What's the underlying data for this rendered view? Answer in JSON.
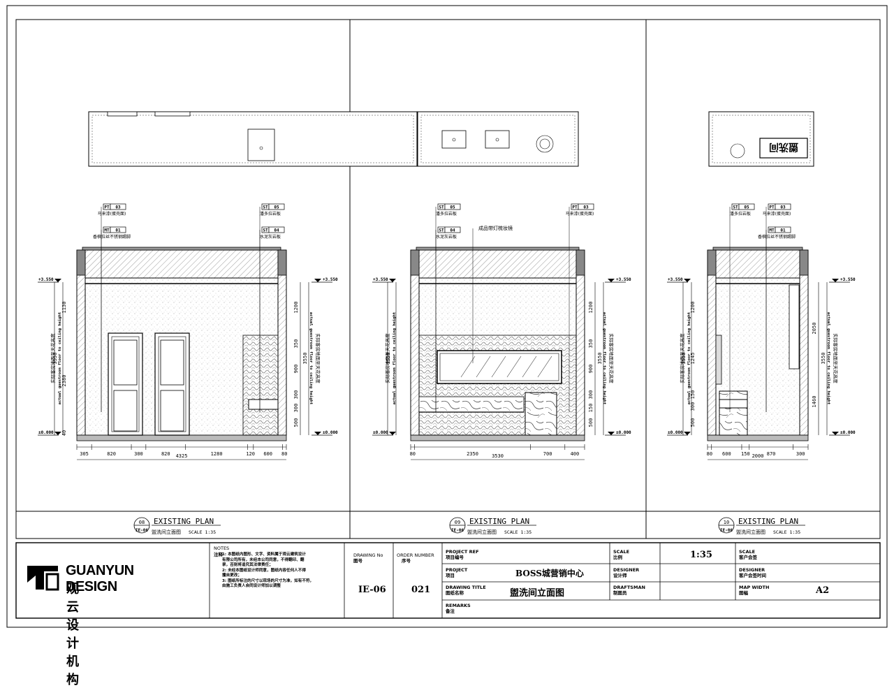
{
  "panels": [
    {
      "number": "08",
      "sheet": "IE-06",
      "title": "EXISTING PLAN",
      "subtitle": "盥洗间立面图",
      "scale": "SCALE 1:35",
      "levels": {
        "top": "+3.550",
        "bottom": "±0.000"
      },
      "height_label_en": "actual guestroom floor to ceiling height",
      "height_label_cn": "实际客房地面至天花高度",
      "left_dims": [
        "1130",
        "3550",
        "2380",
        "40"
      ],
      "right_dims": [
        "1200",
        "350",
        "3550",
        "900",
        "300",
        "300",
        "500"
      ],
      "bottom_dims": [
        "305",
        "820",
        "300",
        "820",
        "1280",
        "120",
        "600",
        "80"
      ],
      "overall": "4325",
      "tags": [
        {
          "code": "PT",
          "num": "03",
          "text": "马来漆(蛋壳面)"
        },
        {
          "code": "MT",
          "num": "01",
          "text": "香槟拉丝不锈钢踢脚"
        },
        {
          "code": "ST",
          "num": "05",
          "text": "潘多拉岩板"
        },
        {
          "code": "ST",
          "num": "04",
          "text": "水泥灰岩板"
        }
      ]
    },
    {
      "number": "09",
      "sheet": "IE-06",
      "title": "EXISTING PLAN",
      "subtitle": "盥洗间立面图",
      "scale": "SCALE 1:35",
      "levels": {
        "top": "+3.550",
        "bottom": "±0.000"
      },
      "height_label_en": "actual guestroom floor to ceiling height",
      "height_label_cn": "实际客房地面至天花高度",
      "left_dims": [
        "3550"
      ],
      "right_dims": [
        "1200",
        "350",
        "3550",
        "900",
        "300",
        "150",
        "500"
      ],
      "bottom_dims": [
        "80",
        "2350",
        "700",
        "400"
      ],
      "overall": "3530",
      "mirror_note": "成品带灯梳妆镜",
      "tags": [
        {
          "code": "ST",
          "num": "05",
          "text": "潘多拉岩板"
        },
        {
          "code": "ST",
          "num": "04",
          "text": "水泥灰岩板"
        },
        {
          "code": "PT",
          "num": "03",
          "text": "马来漆(蛋壳面)"
        }
      ]
    },
    {
      "number": "10",
      "sheet": "IE-06",
      "title": "EXISTING PLAN",
      "subtitle": "盥洗间立面图",
      "scale": "SCALE 1:35",
      "levels": {
        "top": "+3.550",
        "bottom": "±0.000"
      },
      "height_label_en": "actual guestroom floor to ceiling height",
      "height_label_cn": "实际客房地面至天花高度",
      "left_dims": [
        "1200",
        "3550",
        "1245",
        "150",
        "300",
        "500"
      ],
      "right_dims": [
        "2050",
        "3550",
        "1460"
      ],
      "bottom_dims": [
        "80",
        "600",
        "150",
        "870",
        "300"
      ],
      "overall": "2000",
      "plan_label": "盥洗间",
      "tags": [
        {
          "code": "ST",
          "num": "05",
          "text": "潘多拉岩板"
        },
        {
          "code": "PT",
          "num": "03",
          "text": "马来漆(蛋壳面)"
        },
        {
          "code": "MT",
          "num": "01",
          "text": "香槟拉丝不锈钢踢脚"
        }
      ]
    }
  ],
  "title_block": {
    "brand_en": "GUANYUN DESIGN",
    "brand_cn": "观云设计机构",
    "notes_title": "NOTES",
    "notes_cn": "注释",
    "notes": [
      "1: 本图纸内图形、文字、资料属于观云建筑设计",
      "有限公司所有，未经本公司同意，不得翻印、翻",
      "录，否则将追究其法律责任；",
      "2: 未经本图纸设计师同意，图纸内容任何人不得",
      "擅自更改；",
      "3: 图纸所标注的尺寸以现场的尺寸为准，如有不符，",
      "由施工负责人会同设计师加以调整"
    ],
    "drawing_no_label": "DRAWING No",
    "drawing_no_cn": "图号",
    "drawing_no": "IE-06",
    "order_label": "ORDER NUMBER",
    "order_cn": "序号",
    "order_no": "021",
    "project_ref_label": "PROJECT REF",
    "project_ref_cn": "项目编号",
    "project_label": "PROJECT",
    "project_cn": "项目",
    "project": "BOSS城营销中心",
    "drawing_title_label": "DRAWING TITLE",
    "drawing_title_cn": "图纸名称",
    "drawing_title": "盥洗间立面图",
    "remarks_label": "REMARKS",
    "remarks_cn": "备注",
    "scale_label": "SCALE",
    "scale_cn": "比例",
    "scale": "1:35",
    "designer_label": "DESIGNER",
    "designer_cn": "设计师",
    "draftsman_label": "DRAFTSMAN",
    "draftsman_cn": "制图员",
    "client_label": "SCALE",
    "client_cn": "客户会签",
    "client_designer_label": "DESIGNER",
    "client_designer_cn": "客户会签时间",
    "map_width_label": "MAP WIDTH",
    "map_width_cn": "图幅",
    "map_width": "A2"
  }
}
